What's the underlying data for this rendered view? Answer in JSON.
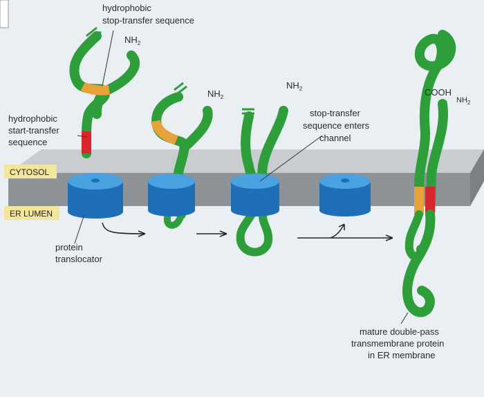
{
  "labels": {
    "stop_transfer_1": "hydrophobic",
    "stop_transfer_2": "stop-transfer sequence",
    "start_transfer_1": "hydrophobic",
    "start_transfer_2": "start-transfer",
    "start_transfer_3": "sequence",
    "enters_1": "stop-transfer",
    "enters_2": "sequence enters",
    "enters_3": "channel",
    "translocator_1": "protein",
    "translocator_2": "translocator",
    "mature_1": "mature double-pass",
    "mature_2": "transmembrane protein",
    "mature_3": "in ER membrane",
    "cytosol": "CYTOSOL",
    "er_lumen": "ER LUMEN",
    "nh": "NH",
    "sub2": "2",
    "cooh": "COOH"
  },
  "colors": {
    "chain": "#2e9e3a",
    "stop_segment": "#e8a23a",
    "start_segment": "#d9262e",
    "translocator_top": "#4aa3e0",
    "translocator_side": "#1f6fb8",
    "membrane": "#9a9fa3",
    "label_box": "#f3e69a"
  }
}
